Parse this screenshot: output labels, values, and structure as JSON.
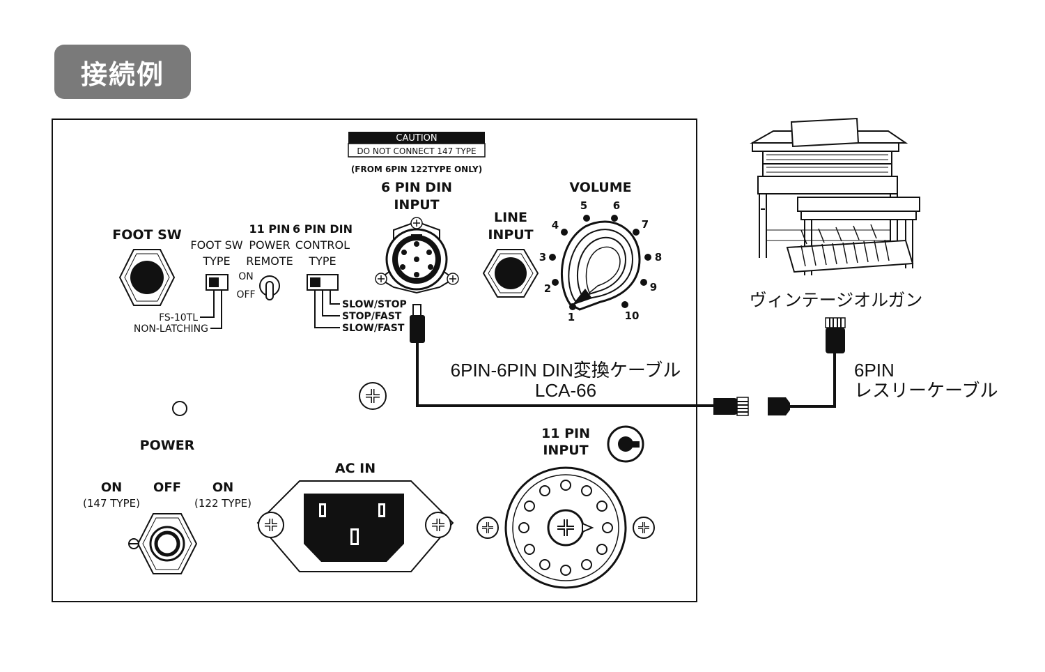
{
  "title": "接続例",
  "caution": {
    "heading": "CAUTION",
    "line": "DO NOT CONNECT 147 TYPE",
    "note": "(FROM 6PIN 122TYPE ONLY)"
  },
  "panel": {
    "din_input": [
      "6 PIN DIN",
      "INPUT"
    ],
    "volume": "VOLUME",
    "volume_ticks": [
      "1",
      "2",
      "3",
      "4",
      "5",
      "6",
      "7",
      "8",
      "9",
      "10"
    ],
    "line_input": [
      "LINE",
      "INPUT"
    ],
    "foot_sw": "FOOT SW",
    "foot_sw_type": [
      "FOOT SW",
      "TYPE"
    ],
    "pin11_power": [
      "11 PIN",
      "POWER",
      "REMOTE"
    ],
    "pin6_control": [
      "6 PIN DIN",
      "CONTROL",
      "TYPE"
    ],
    "remote_on": "ON",
    "remote_off": "OFF",
    "fs_option_1": "FS-10TL",
    "fs_option_2": "NON-LATCHING",
    "control_options": [
      "SLOW/STOP",
      "STOP/FAST",
      "SLOW/FAST"
    ],
    "power": "POWER",
    "power_on_left": "ON",
    "power_off": "OFF",
    "power_on_right": "ON",
    "power_left_type": "(147 TYPE)",
    "power_right_type": "(122 TYPE)",
    "ac_in": "AC IN",
    "pin11_input": [
      "11 PIN",
      "INPUT"
    ]
  },
  "cable_6pin_din": [
    "6PIN-6PIN DIN変換ケーブル",
    "LCA-66"
  ],
  "cable_leslie": [
    "6PIN",
    "レスリーケーブル"
  ],
  "organ_label": "ヴィンテージオルガン"
}
